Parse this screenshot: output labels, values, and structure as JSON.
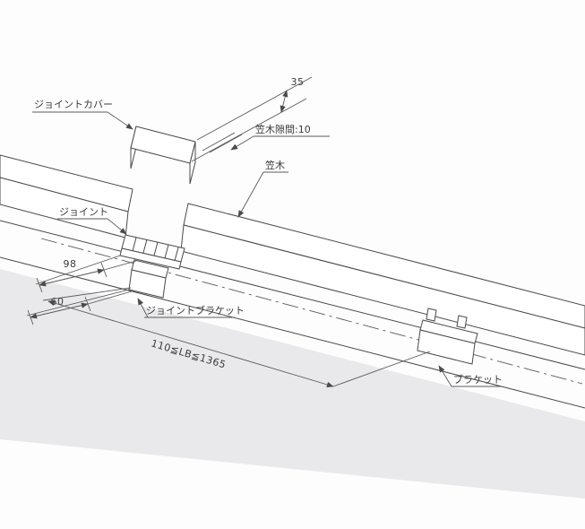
{
  "labels": {
    "joint_cover": "ジョイントカバー",
    "coping_gap": "笠木隙間:10",
    "coping": "笠木",
    "joint": "ジョイント",
    "joint_bracket": "ジョイントブラケット",
    "bracket": "ブラケット"
  },
  "dimensions": {
    "cover_width": "35",
    "dim_98": "98",
    "dim_60": "60",
    "bracket_span": "110≦LB≦1365"
  },
  "colors": {
    "line": "#4a4a4a",
    "shade": "#e9e9eb",
    "background": "#fdfdfd",
    "text": "#3a3a3a"
  }
}
